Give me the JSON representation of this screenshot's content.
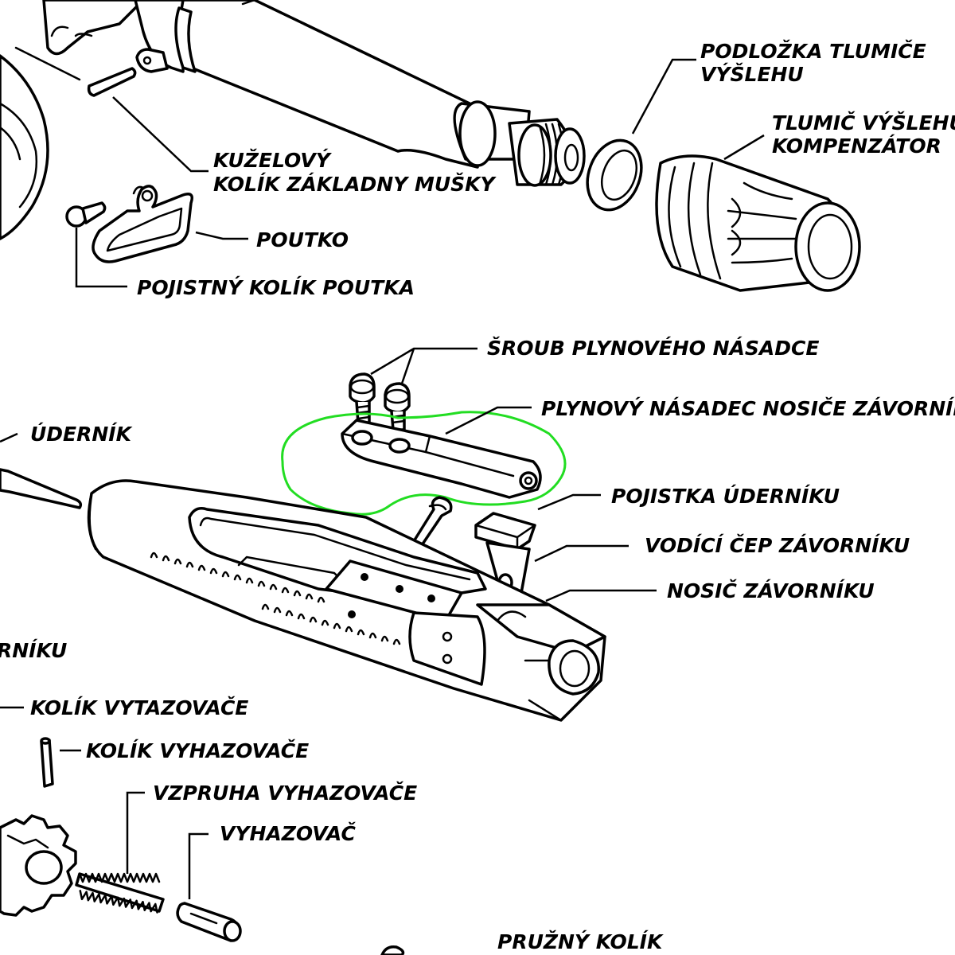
{
  "labels": {
    "flash_hider_washer": [
      "PODLOŽKA TLUMIČE",
      "VÝŠLEHU"
    ],
    "flash_hider": [
      "TLUMIČ VÝŠLEHU /",
      "KOMPENZÁTOR"
    ],
    "taper_pin": [
      "KUŽELOVÝ",
      "KOLÍK ZÁKLADNY MUŠKY"
    ],
    "sling_swivel": "POUTKO",
    "sling_swivel_pin": "POJISTNÝ KOLÍK POUTKA",
    "gas_key_screw": "ŠROUB PLYNOVÉHO NÁSADCE",
    "gas_key": "PLYNOVÝ NÁSADEC NOSIČE ZÁVORNÍKU",
    "firing_pin": "ÚDERNÍK",
    "firing_pin_retainer": "POJISTKA ÚDERNÍKU",
    "cam_pin": "VODÍCÍ ČEP ZÁVORNÍKU",
    "bolt_carrier": "NOSIČ ZÁVORNÍKU",
    "bolt_partial": "RNÍKU",
    "extractor_pin": "KOLÍK VYTAZOVAČE",
    "ejector_pin": "KOLÍK VYHAZOVAČE",
    "ejector_spring": "VZPRUHA VYHAZOVAČE",
    "ejector": "VYHAZOVAČ",
    "roll_pin": "PRUŽNÝ KOLÍK"
  },
  "colors": {
    "highlight": "#22dd22",
    "ink": "#000000",
    "paper": "#ffffff"
  }
}
